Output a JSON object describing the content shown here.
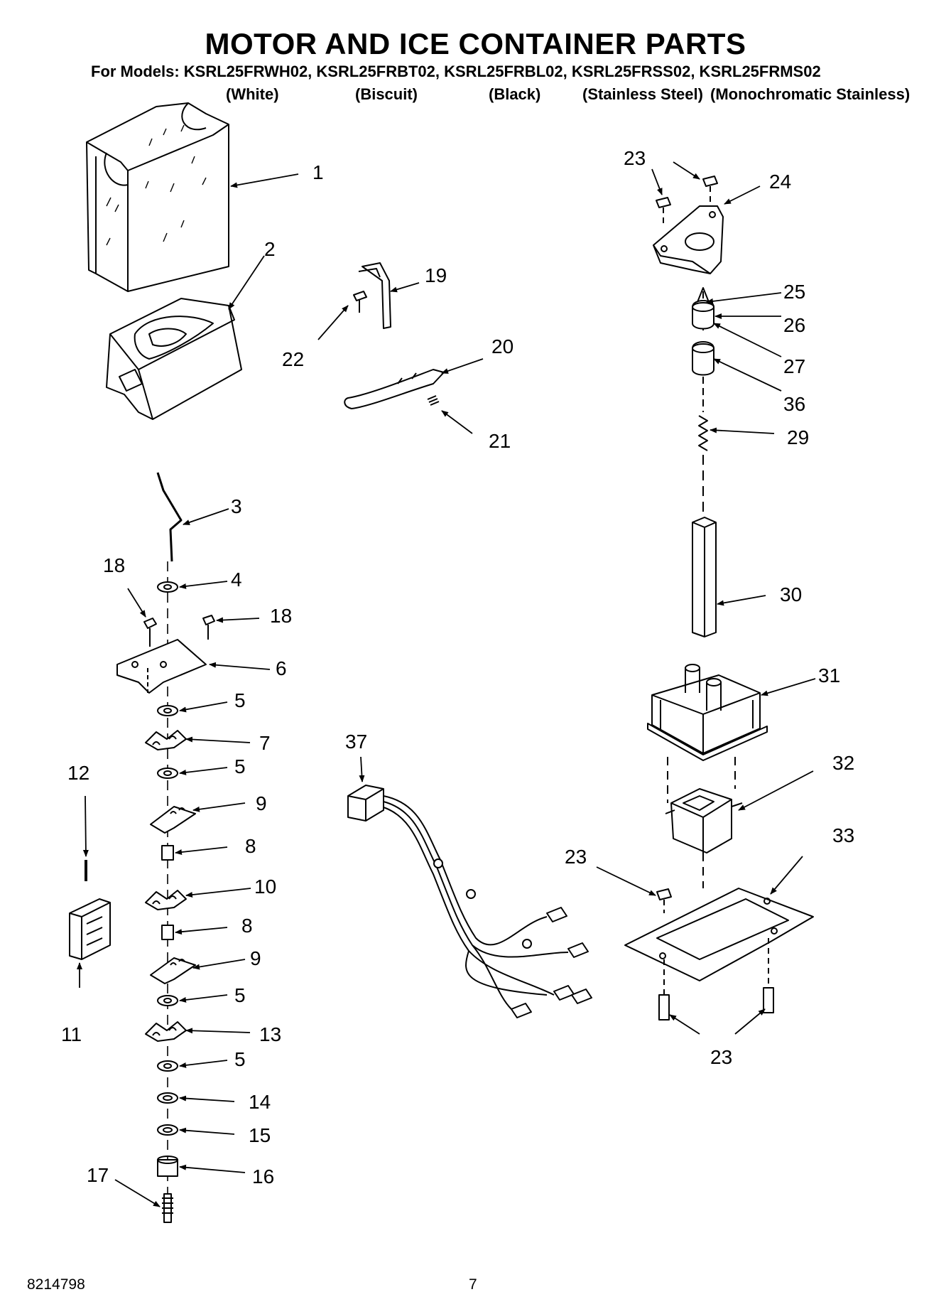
{
  "header": {
    "title": "MOTOR AND ICE CONTAINER PARTS",
    "models_line": "For Models: KSRL25FRWH02, KSRL25FRBT02, KSRL25FRBL02, KSRL25FRSS02, KSRL25FRMS02",
    "colors": [
      "(White)",
      "(Biscuit)",
      "(Black)",
      "(Stainless Steel)",
      "(Monochromatic Stainless)"
    ]
  },
  "callouts": {
    "c1": "1",
    "c2": "2",
    "c3": "3",
    "c4": "4",
    "c5a": "5",
    "c5b": "5",
    "c5c": "5",
    "c5d": "5",
    "c6": "6",
    "c7": "7",
    "c8a": "8",
    "c8b": "8",
    "c9a": "9",
    "c9b": "9",
    "c10": "10",
    "c11": "11",
    "c12": "12",
    "c13": "13",
    "c14": "14",
    "c15": "15",
    "c16": "16",
    "c17": "17",
    "c18a": "18",
    "c18b": "18",
    "c19": "19",
    "c20": "20",
    "c21": "21",
    "c22": "22",
    "c23a": "23",
    "c23b": "23",
    "c23c": "23",
    "c24": "24",
    "c25": "25",
    "c26": "26",
    "c27": "27",
    "c29": "29",
    "c30": "30",
    "c31": "31",
    "c32": "32",
    "c33": "33",
    "c36": "36",
    "c37": "37"
  },
  "footer": {
    "doc_number": "8214798",
    "page_number": "7"
  }
}
